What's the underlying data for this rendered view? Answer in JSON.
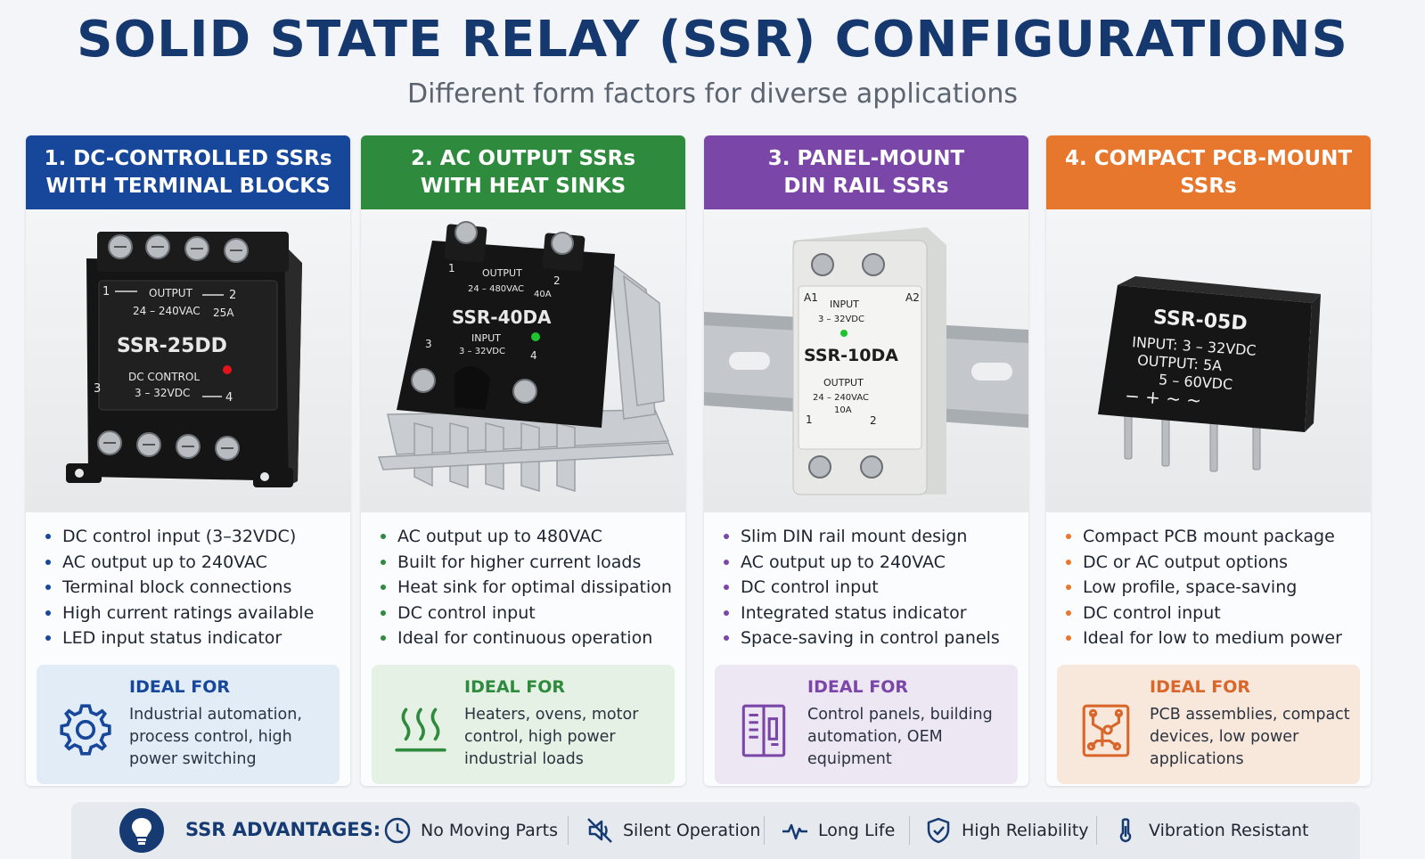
{
  "title": "SOLID STATE RELAY (SSR) CONFIGURATIONS",
  "subtitle": "Different form factors for diverse applications",
  "cards": [
    {
      "header": "1. DC-CONTROLLED SSRs\nWITH TERMINAL BLOCKS",
      "color": "#17479b",
      "device": {
        "model": "SSR-25DD",
        "output_label": "OUTPUT",
        "output_range": "24 – 240VAC",
        "rating": "25A",
        "control_label": "DC CONTROL",
        "control_range": "3 – 32VDC",
        "pin1": "1",
        "pin2": "2",
        "pin3": "3",
        "pin4": "4"
      },
      "bullets": [
        "DC control input (3–32VDC)",
        "AC output up to 240VAC",
        "Terminal block connections",
        "High current ratings available",
        "LED input status indicator"
      ],
      "ideal_label": "IDEAL FOR",
      "ideal_text": "Industrial automation,\nprocess control, high\npower switching",
      "ideal_bg": "#e2ecf6",
      "icon": "gear-icon"
    },
    {
      "header": "2. AC OUTPUT SSRs\nWITH HEAT SINKS",
      "color": "#2e8b3e",
      "device": {
        "model": "SSR-40DA",
        "output_label": "OUTPUT",
        "output_range": "24 – 480VAC",
        "rating": "40A",
        "input_label": "INPUT",
        "input_range": "3 – 32VDC",
        "pin1": "1",
        "pin2": "2",
        "pin3": "3",
        "pin4": "4"
      },
      "bullets": [
        "AC output up to 480VAC",
        "Built for higher current loads",
        "Heat sink for optimal dissipation",
        "DC control input",
        "Ideal for continuous operation"
      ],
      "ideal_label": "IDEAL FOR",
      "ideal_text": "Heaters, ovens, motor\ncontrol, high power\nindustrial loads",
      "ideal_bg": "#e5f1e5",
      "icon": "heat-waves-icon"
    },
    {
      "header": "3. PANEL-MOUNT\nDIN RAIL SSRs",
      "color": "#7a47a8",
      "device": {
        "model": "SSR-10DA",
        "pin_a1": "A1",
        "pin_a2": "A2",
        "input_label": "INPUT",
        "input_range": "3 – 32VDC",
        "output_label": "OUTPUT",
        "output_range": "24 – 240VAC",
        "rating": "10A",
        "pin1": "1",
        "pin2": "2"
      },
      "bullets": [
        "Slim DIN rail mount design",
        "AC output up to 240VAC",
        "DC control input",
        "Integrated status indicator",
        "Space-saving in control panels"
      ],
      "ideal_label": "IDEAL FOR",
      "ideal_text": "Control panels, building\nautomation, OEM\nequipment",
      "ideal_bg": "#ede6f3",
      "icon": "control-panel-icon"
    },
    {
      "header": "4. COMPACT PCB-MOUNT\nSSRs",
      "color": "#e8772e",
      "device": {
        "model": "SSR-05D",
        "input_line": "INPUT: 3 – 32VDC",
        "output_line": "OUTPUT: 5A",
        "range_line": "5 – 60VDC",
        "pins": "−   +   ~   ~"
      },
      "bullets": [
        "Compact PCB mount package",
        "DC or AC output options",
        "Low profile, space-saving",
        "DC control input",
        "Ideal for low to medium power"
      ],
      "ideal_label": "IDEAL FOR",
      "ideal_text": "PCB assemblies, compact\ndevices, low power\napplications",
      "ideal_bg": "#f8e8dc",
      "icon": "circuit-board-icon"
    }
  ],
  "advantages": {
    "label": "SSR ADVANTAGES:",
    "accent": "#163a72",
    "items": [
      {
        "label": "No Moving Parts",
        "icon": "clock-icon"
      },
      {
        "label": "Silent Operation",
        "icon": "mute-icon"
      },
      {
        "label": "Long Life",
        "icon": "pulse-icon"
      },
      {
        "label": "High Reliability",
        "icon": "shield-icon"
      },
      {
        "label": "Vibration Resistant",
        "icon": "thermometer-icon"
      }
    ]
  }
}
